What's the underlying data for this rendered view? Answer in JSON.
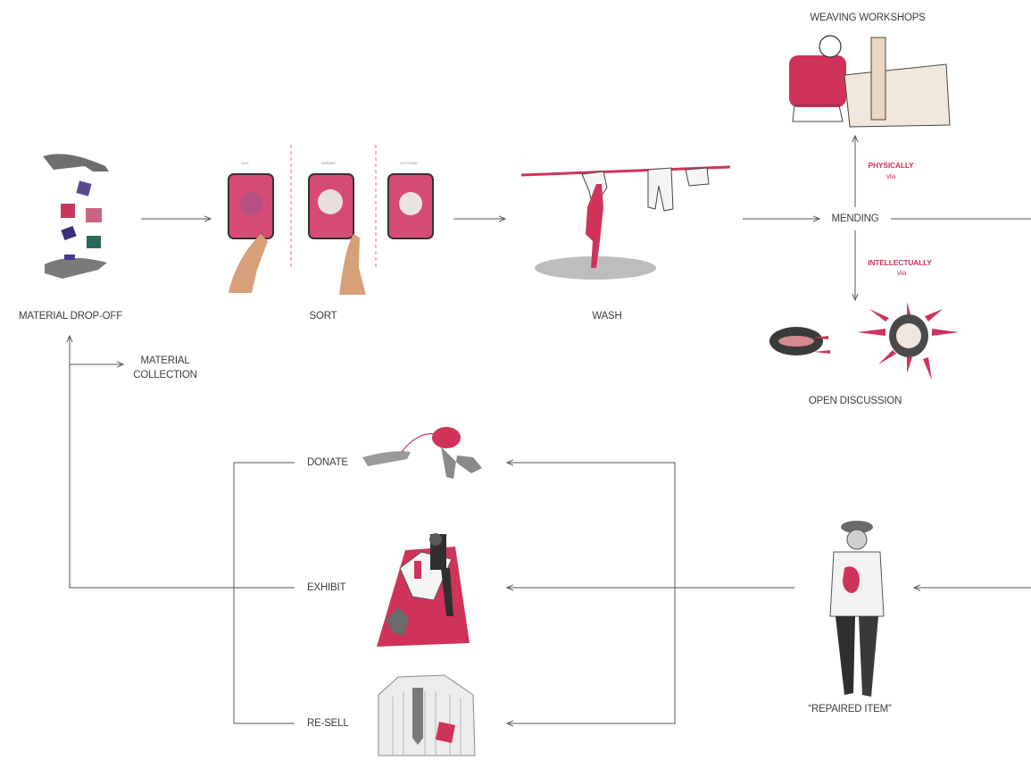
{
  "stages": {
    "drop_off": "MATERIAL DROP-OFF",
    "sort": "SORT",
    "wash": "WASH",
    "mending": "MENDING",
    "weaving": "WEAVING WORKSHOPS",
    "discussion": "OPEN DISCUSSION",
    "collection_line1": "MATERIAL",
    "collection_line2": "COLLECTION",
    "repaired": "“REPAIRED ITEM”",
    "donate": "DONATE",
    "exhibit": "EXHIBIT",
    "resell": "RE-SELL"
  },
  "mending_modes": {
    "physically": "PHYSICALLY",
    "physically_via": "via",
    "intellectually": "INTELLECTUALLY",
    "intellectually_via": "via"
  },
  "sort_cards": [
    "SILK",
    "DENIMS",
    "COTTONS"
  ],
  "colors": {
    "accent": "#d0335a",
    "line": "#555555",
    "shadow": "#bdbdbd"
  }
}
